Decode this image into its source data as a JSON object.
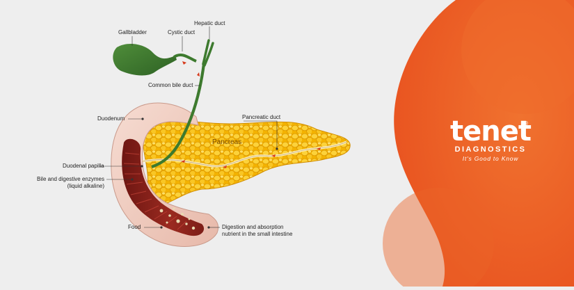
{
  "labels": {
    "gallbladder": "Gallbladder",
    "cystic_duct": "Cystic duct",
    "hepatic_duct": "Hepatic duct",
    "common_bile_duct": "Common bile duct",
    "duodenum": "Duodenum",
    "pancreatic_duct": "Pancreatic duct",
    "pancreas": "Pancreas",
    "duodenal_papilla": "Duodenal papilla",
    "bile_enzymes": "Bile and digestive enzymes\n(liquid alkaline)",
    "food": "Food",
    "digestion": "Digestion and absorption\nnutrient in the small intestine"
  },
  "brand": {
    "name": "tenet",
    "registered": "®",
    "subtitle": "DIAGNOSTICS",
    "tagline": "It's Good to Know"
  },
  "colors": {
    "background": "#eeeeee",
    "brand_orange": "#ea5a26",
    "pancreas": "#f5b800",
    "gallbladder": "#3d7a2e",
    "duodenum": "#8b1f1a"
  }
}
